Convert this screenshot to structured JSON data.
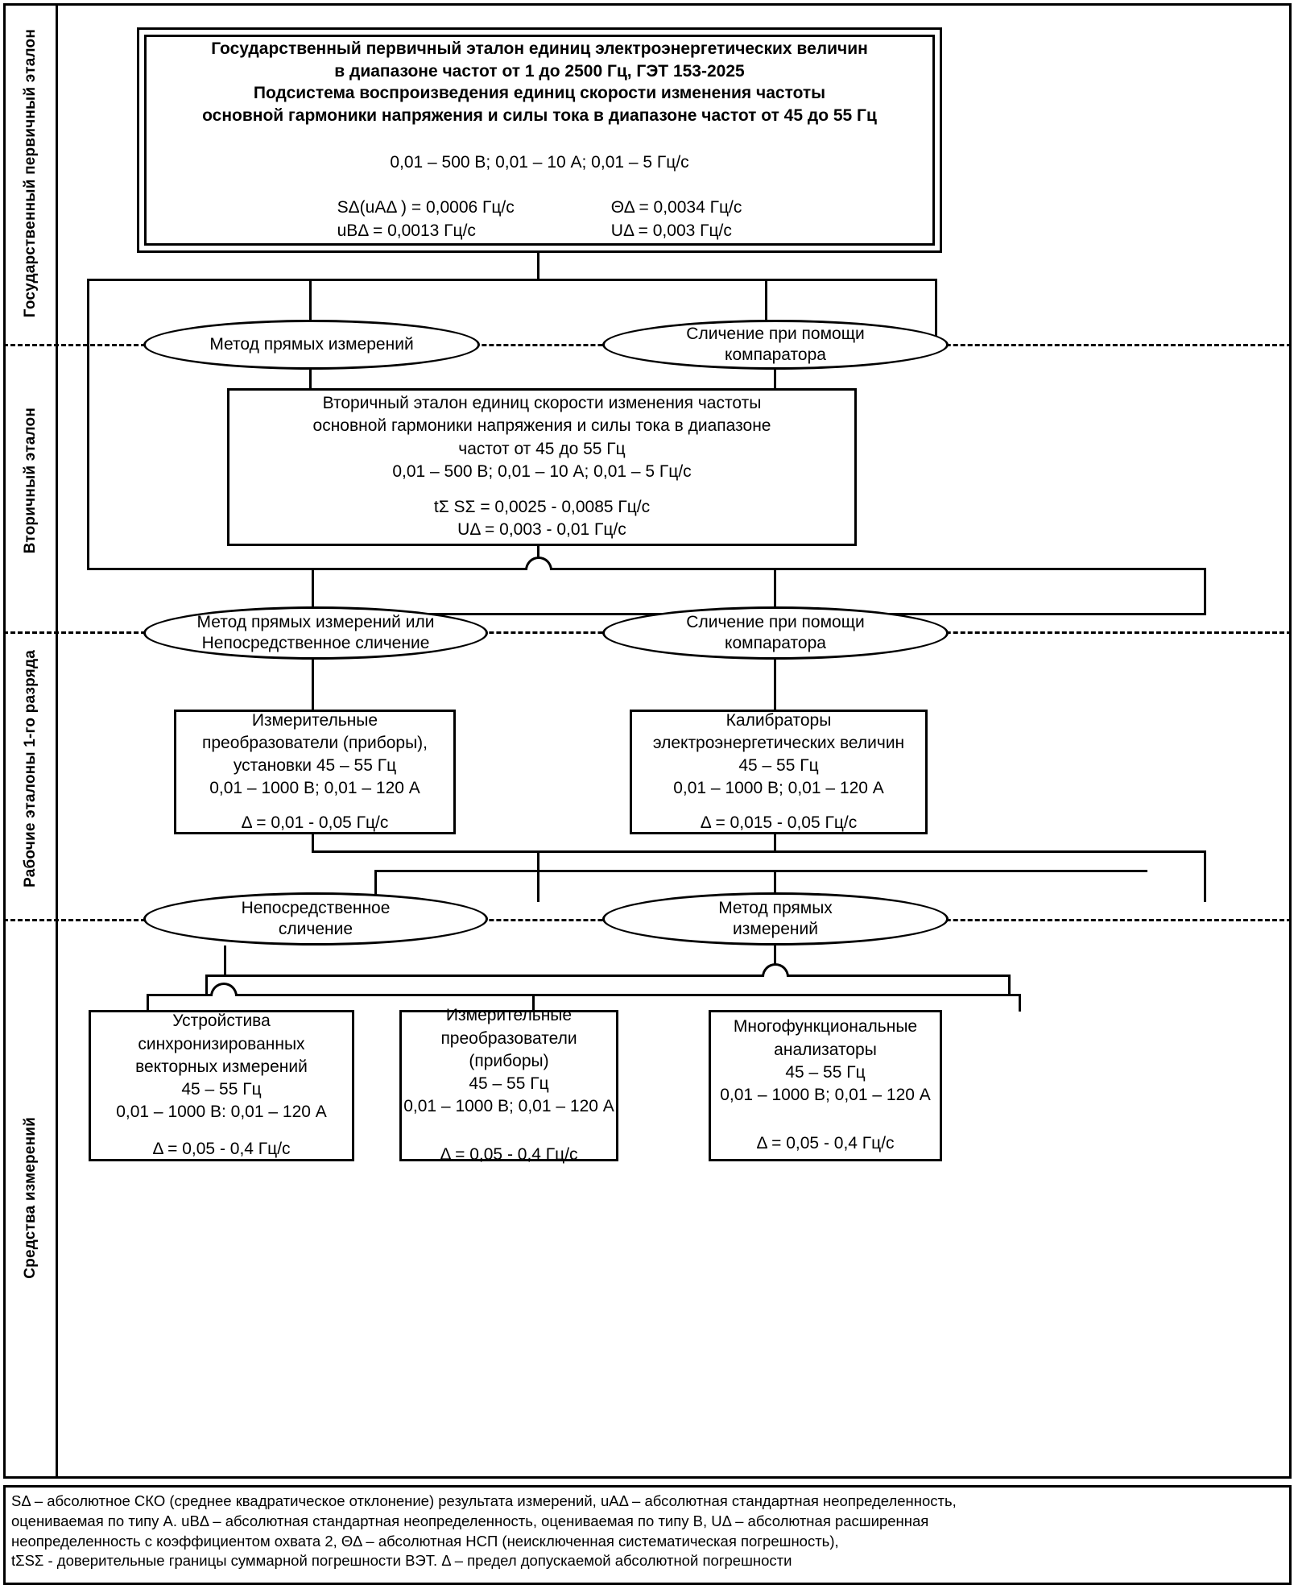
{
  "tiers": [
    {
      "name": "state-primary-standard",
      "label": "Государственный первичный эталон"
    },
    {
      "name": "secondary-standard",
      "label": "Вторичный эталон"
    },
    {
      "name": "working-standards-1st-rank",
      "label": "Рабочие эталоны 1-го разряда"
    },
    {
      "name": "measuring-instruments",
      "label": "Средства измерений"
    }
  ],
  "primary": {
    "title_lines": [
      "Государственный первичный эталон единиц электроэнергетических величин",
      "в диапазоне частот от 1 до 2500 Гц, ГЭТ 153-2025",
      "Подсистема воспроизведения единиц скорости изменения частоты",
      "основной гармоники напряжения и силы тока в диапазоне частот от 45 до 55 Гц"
    ],
    "range": "0,01 – 500 В; 0,01 – 10 А; 0,01 – 5 Гц/с",
    "metrics_left": [
      "SΔ(uАΔ ) = 0,0006 Гц/с",
      "uВΔ = 0,0013 Гц/с"
    ],
    "metrics_right": [
      "ΘΔ = 0,0034 Гц/с",
      "UΔ = 0,003 Гц/с"
    ]
  },
  "methods_1": [
    {
      "name": "method-direct-measurement",
      "label": "Метод прямых измерений"
    },
    {
      "name": "method-comparator",
      "label": "Сличение при помощи\nкомпаратора"
    }
  ],
  "secondary": {
    "title_lines": [
      "Вторичный эталон единиц скорости изменения частоты",
      "основной гармоники напряжения и силы тока в диапазоне",
      "частот от 45 до 55 Гц"
    ],
    "range": "0,01 – 500 В; 0,01 – 10 А; 0,01 – 5 Гц/с",
    "metrics": [
      "tΣ SΣ = 0,0025 - 0,0085 Гц/с",
      "UΔ  = 0,003 - 0,01 Гц/с"
    ]
  },
  "methods_2": [
    {
      "name": "method-direct-or-immediate",
      "label": "Метод прямых измерений или\nНепосредственное сличение"
    },
    {
      "name": "method-comparator",
      "label": "Сличение при помощи\nкомпаратора"
    }
  ],
  "working": [
    {
      "name": "measuring-transducers",
      "title_lines": [
        "Измерительные",
        "преобразователи (приборы),",
        "установки 45 – 55 Гц"
      ],
      "range": "0,01 – 1000 В; 0,01 – 120 А",
      "delta": "Δ = 0,01 - 0,05 Гц/с"
    },
    {
      "name": "calibrators",
      "title_lines": [
        "Калибраторы",
        "электроэнергетических величин",
        "45 – 55 Гц"
      ],
      "range": "0,01 – 1000 В; 0,01 – 120 А",
      "delta": "Δ = 0,015 - 0,05 Гц/с"
    }
  ],
  "methods_3": [
    {
      "name": "method-immediate-comparison",
      "label": "Непосредственное\nсличение"
    },
    {
      "name": "method-direct-measurement",
      "label": "Метод прямых\nизмерений"
    }
  ],
  "instruments": [
    {
      "name": "pmu-devices",
      "title_lines": [
        "Устройстива",
        "синхронизированных",
        "векторных измерений",
        "45 – 55 Гц"
      ],
      "range": "0,01 – 1000 В: 0,01 – 120 А",
      "delta": "Δ = 0,05 - 0,4 Гц/с"
    },
    {
      "name": "measuring-transducers",
      "title_lines": [
        "Измерительные",
        "преобразователи (приборы)",
        "45 – 55 Гц"
      ],
      "range": "0,01 – 1000 В; 0,01 – 120 А",
      "delta": "Δ = 0,05 - 0,4 Гц/с"
    },
    {
      "name": "multifunction-analyzers",
      "title_lines": [
        "Многофункциональные",
        "анализаторы",
        "45 – 55 Гц"
      ],
      "range": "0,01 – 1000 В; 0,01 – 120 А",
      "delta": "Δ = 0,05 - 0,4 Гц/с"
    }
  ],
  "footnote": [
    "SΔ – абсолютное СКО (среднее квадратическое отклонение) результата измерений, uАΔ – абсолютная стандартная неопределенность,",
    "оцениваемая по типу А. uВΔ – абсолютная стандартная неопределенность, оцениваемая по типу В, UΔ – абсолютная расширенная",
    "неопределенность с коэффициентом охвата 2, ΘΔ – абсолютная НСП (неисключенная систематическая погрешность),",
    "tΣSΣ - доверительные границы суммарной погрешности ВЭТ. Δ – предел допускаемой абсолютной погрешности"
  ]
}
